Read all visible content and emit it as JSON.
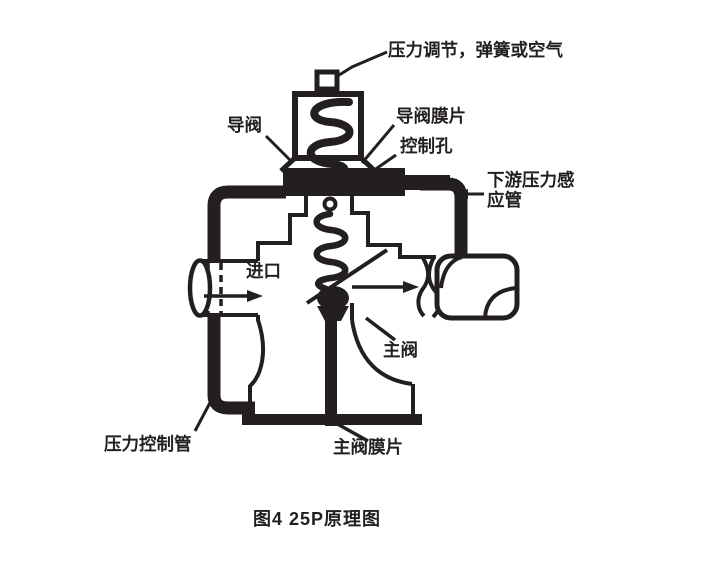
{
  "figure": {
    "caption": "图4 25P原理图"
  },
  "labels": {
    "pressure_adjust": "压力调节，弹簧或空气",
    "pilot_valve": "导阀",
    "pilot_diaphragm": "导阀膜片",
    "control_orifice": "控制孔",
    "downstream_sensing_line1": "下游压力感",
    "downstream_sensing_line2": "应管",
    "inlet": "进口",
    "main_valve": "主阀",
    "pressure_control_pipe": "压力控制管",
    "main_diaphragm": "主阀膜片"
  },
  "colors": {
    "ink": "#231f20",
    "background": "#ffffff"
  }
}
